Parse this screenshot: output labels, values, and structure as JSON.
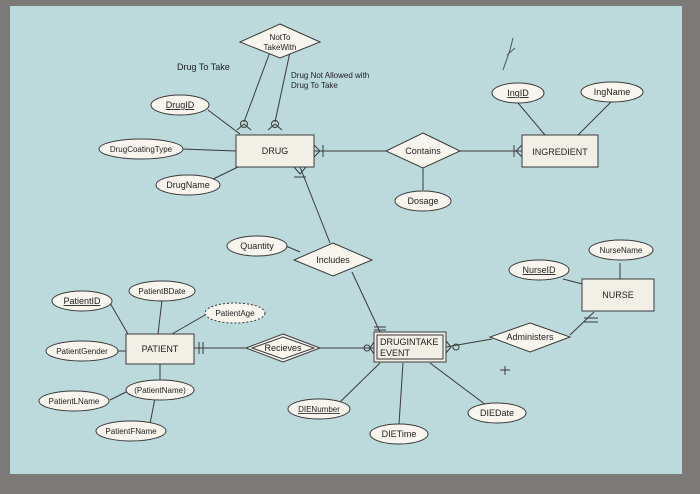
{
  "entities": {
    "drug": "DRUG",
    "ingredient": "INGREDIENT",
    "patient": "PATIENT",
    "nurse": "NURSE",
    "drugintake_line1": "DRUGINTAKE",
    "drugintake_line2": "EVENT"
  },
  "relationships": {
    "not_to_take_line1": "NotTo",
    "not_to_take_line2": "TakeWith",
    "contains": "Contains",
    "includes": "Includes",
    "recieves": "Recieves",
    "administers": "Administers"
  },
  "attributes": {
    "drug_id": "DrugID",
    "drug_coating_type": "DrugCoatingType",
    "drug_name": "DrugName",
    "ing_id": "IngID",
    "ing_name": "IngName",
    "dosage": "Dosage",
    "quantity": "Quantity",
    "nurse_id": "NurseID",
    "nurse_name": "NurseName",
    "patient_id": "PatientID",
    "patient_bdate": "PatientBDate",
    "patient_age": "PatientAge",
    "patient_gender": "PatientGender",
    "patient_name": "(PatientName)",
    "patient_lname": "PatientLName",
    "patient_fname": "PatientFName",
    "die_number": "DIENumber",
    "die_time": "DIETime",
    "die_date": "DIEDate"
  },
  "annotations": {
    "drug_to_take": "Drug To Take",
    "drug_not_allowed_line1": "Drug Not Allowed with",
    "drug_not_allowed_line2": "Drug To Take"
  },
  "colors": {
    "board": "#bcd9dc",
    "frame": "#7d7b78",
    "shape_fill": "#f2efe6",
    "line": "#3a3a3a"
  }
}
